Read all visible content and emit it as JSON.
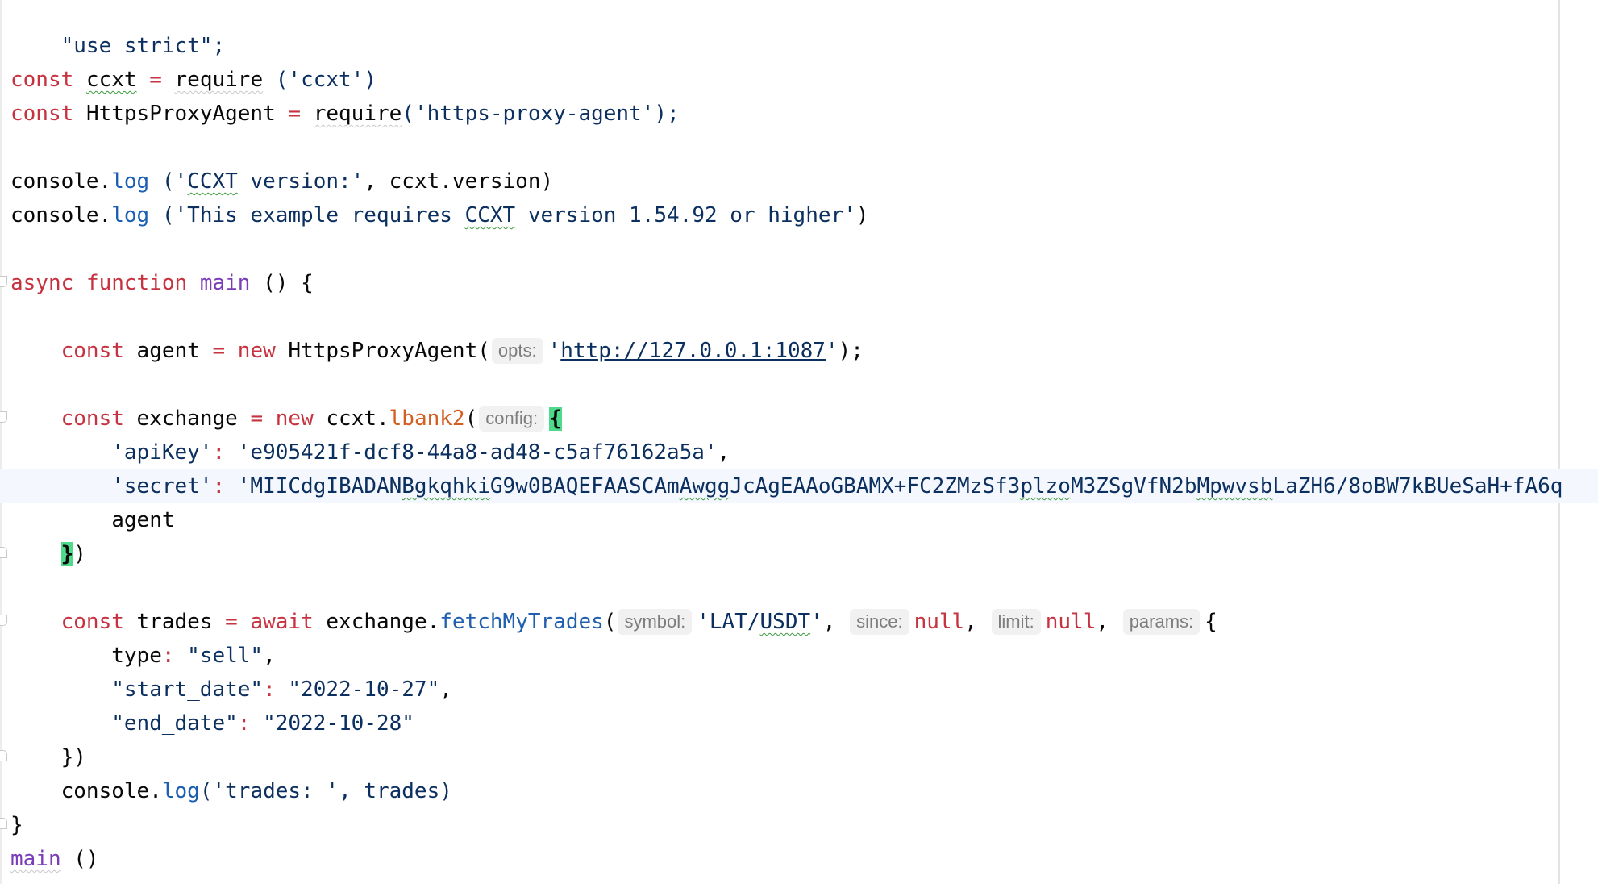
{
  "editor": {
    "language": "javascript",
    "current_line_index": 14,
    "colors": {
      "keyword": "#c6323f",
      "string": "#0b2f5f",
      "function_call": "#1f5fae",
      "property_call": "#d45d1f",
      "user_function": "#7a3db8",
      "current_line_bg": "#f4f8fe",
      "brace_match_bg": "#4fd98b"
    },
    "lines": {
      "l1": {
        "text": "\"use strict\";"
      },
      "l3": {
        "kw": "const",
        "ident": "ccxt",
        "eq": "=",
        "call": "require",
        "arg": "('ccxt')"
      },
      "l4": {
        "kw": "const",
        "ident": "HttpsProxyAgent",
        "eq": "=",
        "call": "require",
        "arg": "('https-proxy-agent');"
      },
      "l6": {
        "obj": "console.",
        "method": "log",
        "open": " ('",
        "squiggle": "CCXT",
        "rest": " version:'",
        "tail": ", ccxt.version)"
      },
      "l7": {
        "obj": "console.",
        "method": "log",
        "open": " ('This example requires ",
        "squiggle": "CCXT",
        "rest": " version 1.54.92 or higher'",
        "tail": ")"
      },
      "l9": {
        "kw1": "async",
        "kw2": "function",
        "name": "main",
        "tail": " () {"
      },
      "l11": {
        "kw": "const",
        "ident": " agent ",
        "eq": "=",
        "kw2": "new",
        "cls": " HttpsProxyAgent(",
        "hint": "opts:",
        "quote_open": "'",
        "url": "http://127.0.0.1:1087",
        "quote_close": "'",
        "tail": ");"
      },
      "l13": {
        "kw": "const",
        "ident": " exchange ",
        "eq": "=",
        "kw2": "new",
        "obj": " ccxt.",
        "prop": "lbank2",
        "paren": "(",
        "hint": "config:",
        "brace": "{"
      },
      "l14": {
        "key": "'apiKey'",
        "colon": ":",
        "value": " 'e905421f-dcf8-44a8-ad48-c5af76162a5a'",
        "comma": ","
      },
      "l15": {
        "key": "'secret'",
        "colon": ":",
        "value_parts": [
          "'MIICdgIBADAN",
          "Bgkqhki",
          "G9w0BAQEFAASCAm",
          "Awgg",
          "JcAgEAAoGBAMX+FC2ZMzSf3",
          "plzo",
          "M3ZSgVfN2b",
          "Mpwvsb",
          "LaZH6/8oBW7kBUeSaH+fA6q"
        ]
      },
      "l16": {
        "text": "agent"
      },
      "l17": {
        "brace": "}",
        "tail": ")"
      },
      "l19": {
        "kw": "const",
        "ident": " trades ",
        "eq": "=",
        "kw2": "await",
        "obj": " exchange.",
        "method": "fetchMyTrades",
        "paren": "(",
        "hint1": "symbol:",
        "arg1_a": "'LAT/",
        "arg1_sq": "USDT",
        "arg1_b": "'",
        "comma1": ",",
        "hint2": "since:",
        "arg2": "null",
        "comma2": ",",
        "hint3": "limit:",
        "arg3": "null",
        "comma3": ",",
        "hint4": "params:",
        "brace": "{"
      },
      "l20": {
        "key": "type",
        "colon": ":",
        "value": " \"sell\"",
        "comma": ","
      },
      "l21": {
        "key": "\"start_date\"",
        "colon": ":",
        "value": " \"2022-10-27\"",
        "comma": ","
      },
      "l22": {
        "key": "\"end_date\"",
        "colon": ":",
        "value": " \"2022-10-28\""
      },
      "l23": {
        "text": "})"
      },
      "l24": {
        "obj": "console.",
        "method": "log",
        "args": "('trades: ', trades)"
      },
      "l25": {
        "text": "}"
      },
      "l26": {
        "name": "main",
        "tail": " ()"
      }
    }
  }
}
